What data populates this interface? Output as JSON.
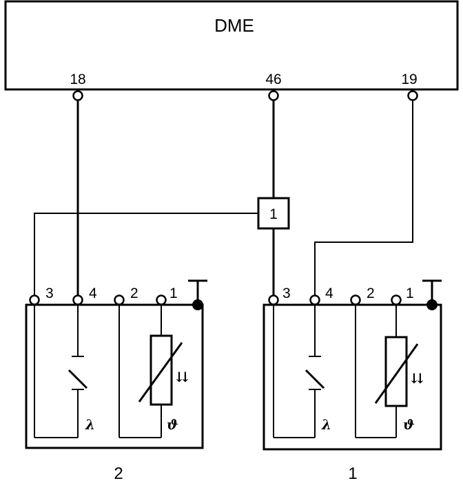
{
  "dme": {
    "label": "DME",
    "pins": [
      "18",
      "46",
      "19"
    ]
  },
  "junction": {
    "label": "1"
  },
  "sensors": [
    {
      "unit_label": "2",
      "pins": [
        "3",
        "4",
        "2",
        "1"
      ],
      "lambda_symbol": "λ",
      "theta_symbol": "ϑ",
      "heater_arrows": "⇊"
    },
    {
      "unit_label": "1",
      "pins": [
        "3",
        "4",
        "2",
        "1"
      ],
      "lambda_symbol": "λ",
      "theta_symbol": "ϑ",
      "heater_arrows": "⇊"
    }
  ]
}
